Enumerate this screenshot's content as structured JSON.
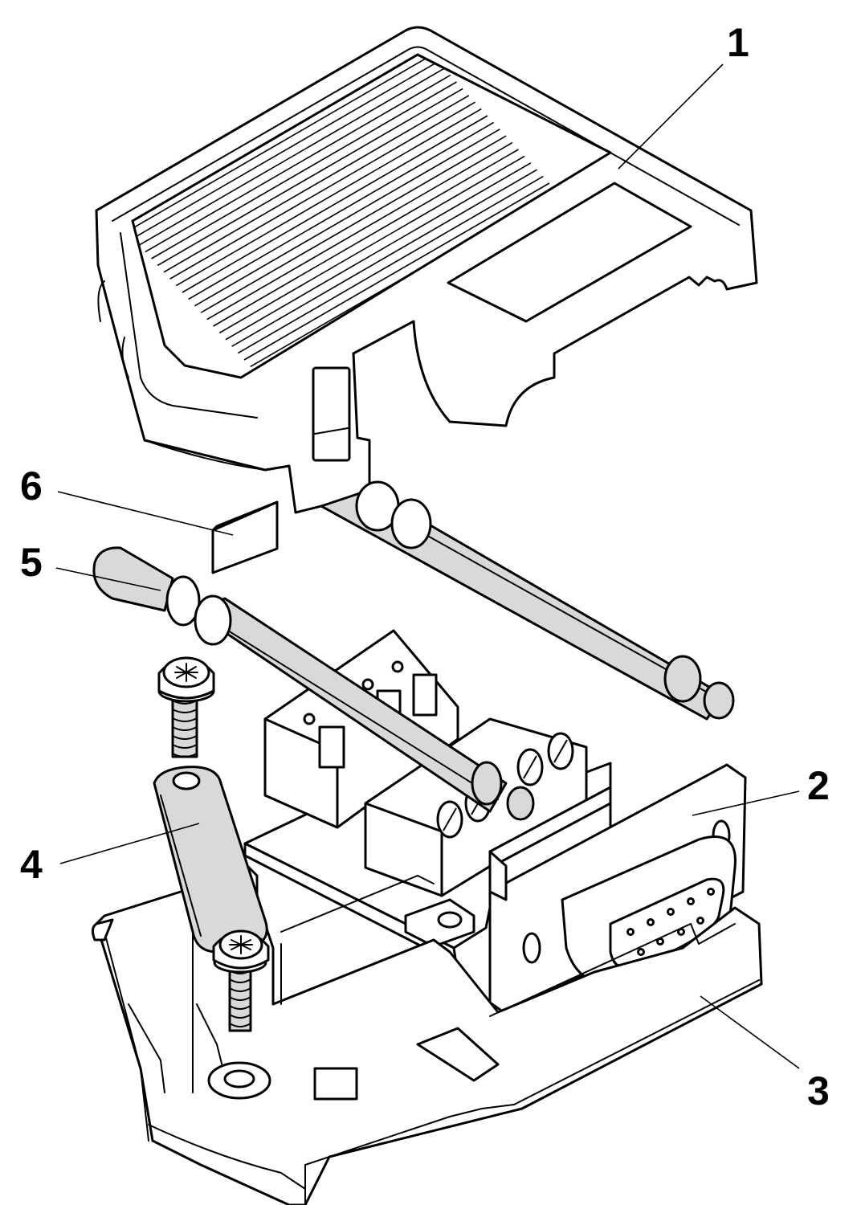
{
  "diagram": {
    "callouts": [
      {
        "id": "1",
        "label": "1"
      },
      {
        "id": "2",
        "label": "2"
      },
      {
        "id": "3",
        "label": "3"
      },
      {
        "id": "4",
        "label": "4"
      },
      {
        "id": "5",
        "label": "5"
      },
      {
        "id": "6",
        "label": "6"
      }
    ],
    "colors": {
      "line": "#000000",
      "fill": "#ffffff",
      "shade": "#d9d9d9"
    }
  }
}
